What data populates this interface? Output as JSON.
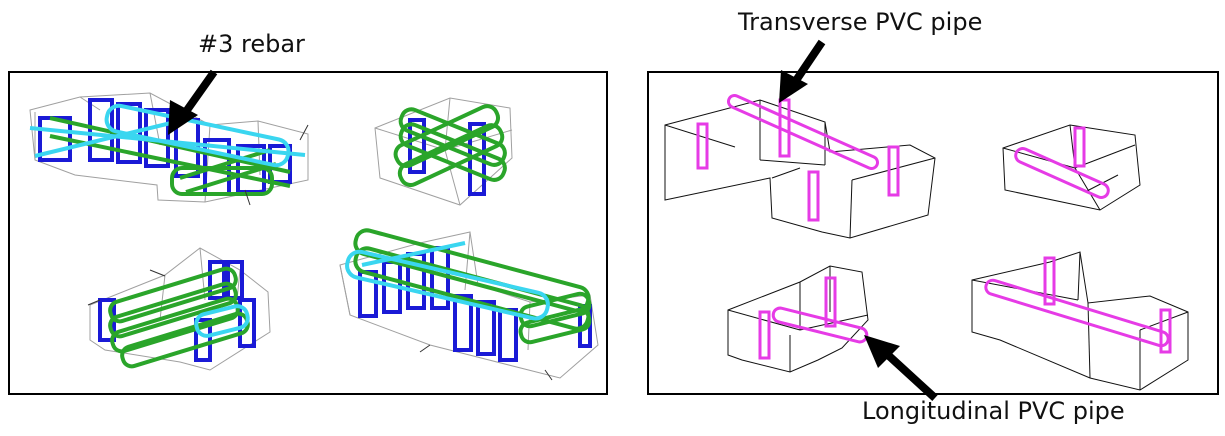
{
  "labels": {
    "rebar": "#3 rebar",
    "transverse": "Transverse PVC pipe",
    "longitudinal": "Longitudinal PVC pipe"
  },
  "colors": {
    "frame": "#000000",
    "wire": "#9a9a9a",
    "box": "#222222",
    "stirrup_blue": "#1a1ad6",
    "longitudinal_green": "#2aa52a",
    "transverse_cyan": "#3ad6f0",
    "pvc_magenta": "#e63be6"
  }
}
